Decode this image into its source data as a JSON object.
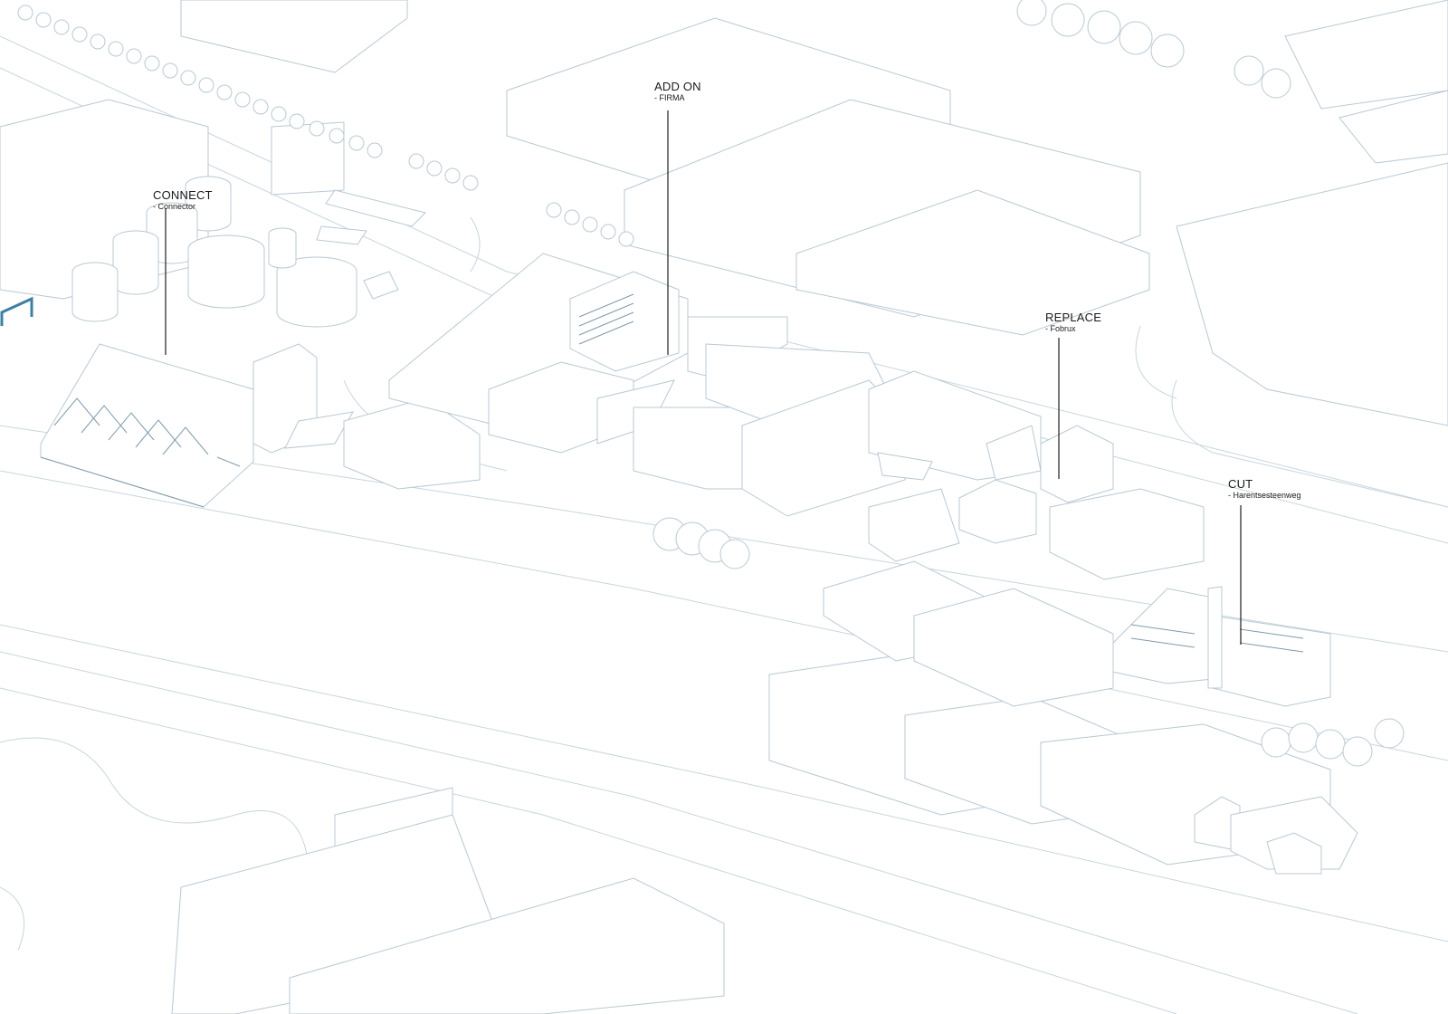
{
  "annotations": [
    {
      "id": "connect",
      "title": "CONNECT",
      "subtitle": "- Connector"
    },
    {
      "id": "add-on",
      "title": "ADD ON",
      "subtitle": "- FIRMA"
    },
    {
      "id": "replace",
      "title": "REPLACE",
      "subtitle": "- Fobrux"
    },
    {
      "id": "cut",
      "title": "CUT",
      "subtitle": "- Harentsesteenweg"
    }
  ],
  "colors": {
    "line": "#c7d5de",
    "accent": "#3d7fa3",
    "text": "#1a1a1a"
  }
}
